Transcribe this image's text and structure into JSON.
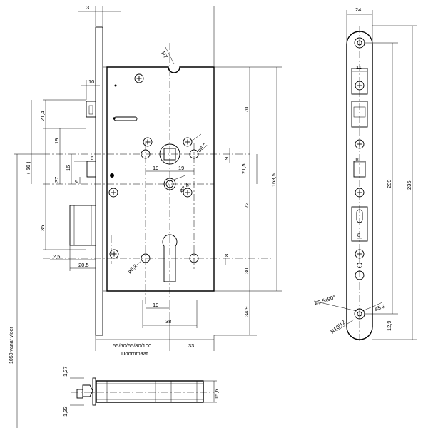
{
  "dims": {
    "d3": "3",
    "d10_top": "10",
    "d21_4": "21,4",
    "d19_left": "19",
    "d56": "( 56 )",
    "d16": "16",
    "d37": "37",
    "d8_left": "8",
    "d6": "6",
    "d35": "35",
    "d2_5": "2,5",
    "d20_5": "20,5",
    "r7": "R7",
    "d6_2_top": "ø6,2",
    "d19_a": "19",
    "d19_b": "19",
    "d9": "9",
    "d21_5": "21,5",
    "d8_4": "ø8,4",
    "d70": "70",
    "d72": "72",
    "d168_5": "168,5",
    "d6_2_bot": "ø6,2",
    "d8_right": "8",
    "d30": "30",
    "d19_bottom": "19",
    "d38": "38",
    "d34_9": "34,9",
    "backset": "55/60/65/80/100",
    "backset_label": "Doornmaat",
    "d33": "33",
    "floor": "1050 vanaf vloer",
    "s24": "24",
    "s11": "11",
    "s10": "10",
    "s8": "8",
    "s209": "209",
    "s235": "235",
    "s9_5": "ø9,5x90°",
    "s5_3": "ø5,3",
    "sR10": "R10/12",
    "s12_9": "12,9",
    "b1_27": "1,27",
    "b15_6": "15,6",
    "b1_33": "1,33"
  }
}
